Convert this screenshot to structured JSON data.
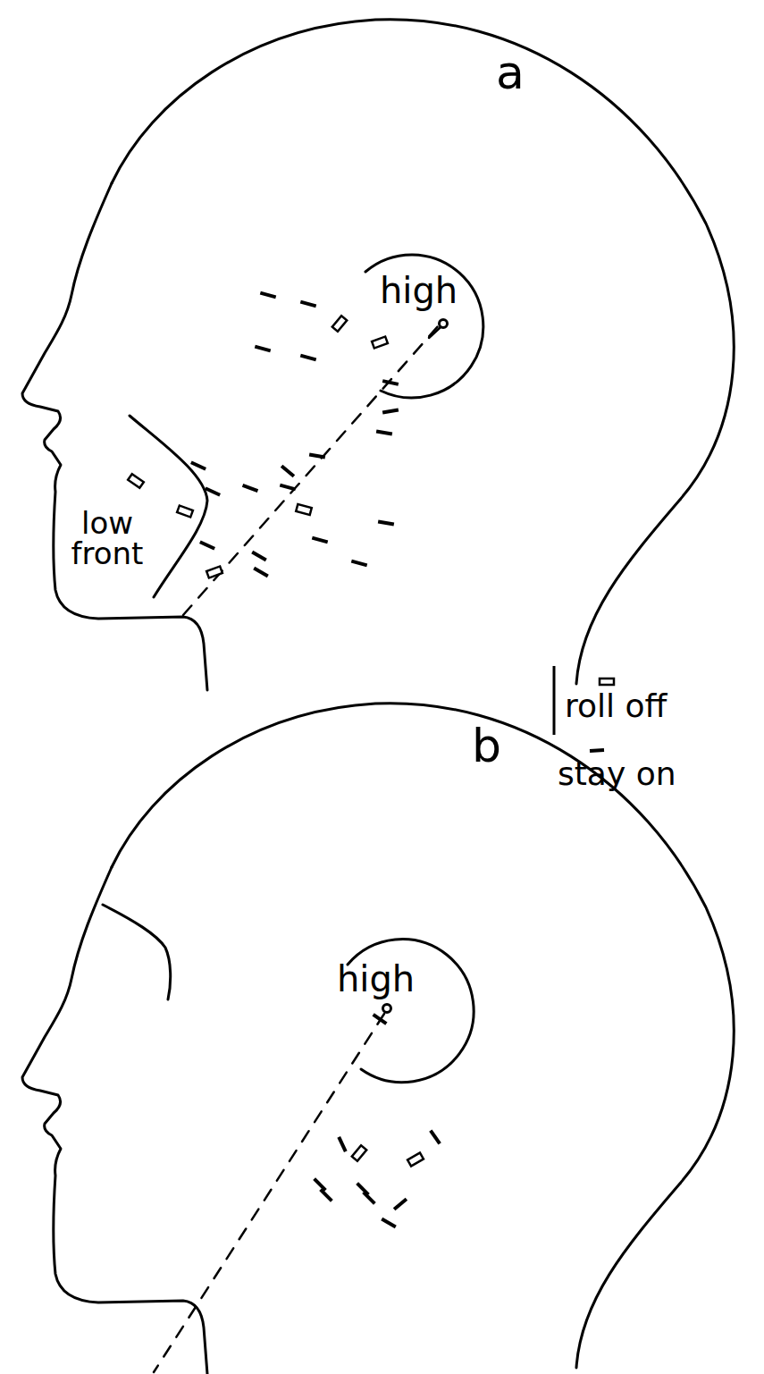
{
  "diagram": {
    "labels": [
      "a",
      "high",
      "low front",
      "b",
      "high"
    ],
    "legend": [
      {
        "text": "roll off"
      },
      {
        "text": "stay on"
      }
    ]
  }
}
